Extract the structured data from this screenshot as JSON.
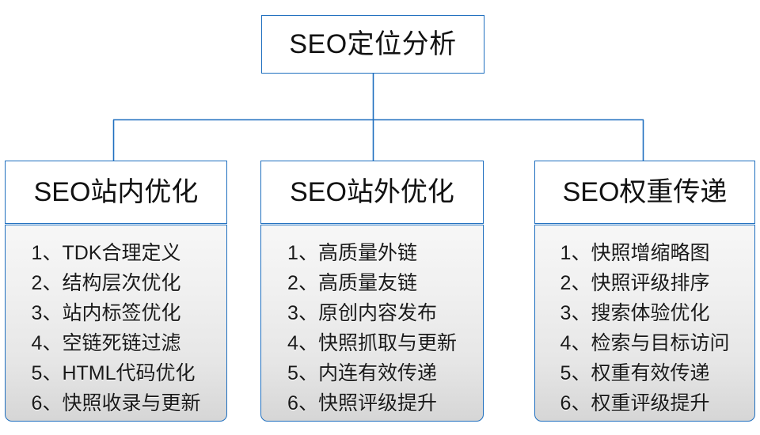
{
  "diagram": {
    "type": "organization-tree",
    "accent_color": "#1F6FBF",
    "box_fill_color": "#FFFFFF",
    "list_fill_gradient_top": "#F7F7F7",
    "list_fill_gradient_bottom": "#D6D6D6",
    "text_color": "#111111",
    "root": {
      "title": "SEO定位分析"
    },
    "branches": [
      {
        "title": "SEO站内优化",
        "items": [
          "1、TDK合理定义",
          "2、结构层次优化",
          "3、站内标签优化",
          "4、空链死链过滤",
          "5、HTML代码优化",
          "6、快照收录与更新"
        ]
      },
      {
        "title": "SEO站外优化",
        "items": [
          "1、高质量外链",
          "2、高质量友链",
          "3、原创内容发布",
          "4、快照抓取与更新",
          "5、内连有效传递",
          "6、快照评级提升"
        ]
      },
      {
        "title": "SEO权重传递",
        "items": [
          "1、快照增缩略图",
          "2、快照评级排序",
          "3、搜索体验优化",
          "4、检索与目标访问",
          "5、权重有效传递",
          "6、权重评级提升"
        ]
      }
    ]
  }
}
